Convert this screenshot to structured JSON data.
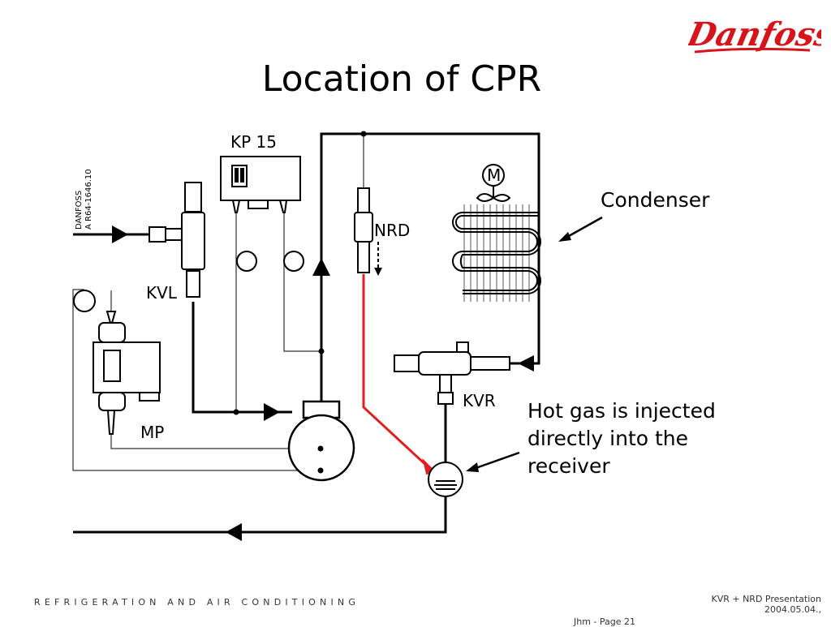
{
  "title": "Location of CPR",
  "brand": {
    "name": "Danfoss",
    "color": "#d7141a"
  },
  "callouts": {
    "condenser": "Condenser",
    "hot_gas_lines": [
      "Hot gas is injected",
      "directly into the",
      "receiver"
    ]
  },
  "components": {
    "kp15": "KP 15",
    "nrd": "NRD",
    "kvl": "KVL",
    "kvr": "KVR",
    "mp": "MP",
    "motor": "M"
  },
  "drawing_ref": [
    "DANFOSS",
    "A  R64-1646.10"
  ],
  "footer": {
    "left": "REFRIGERATION AND AIR CONDITIONING",
    "right_line1": "KVR + NRD Presentation",
    "right_line2": "2004.05.04.,",
    "page": "Jhm - Page 21"
  },
  "colors": {
    "hot_gas_line": "#e02020",
    "lines": "#000000"
  }
}
